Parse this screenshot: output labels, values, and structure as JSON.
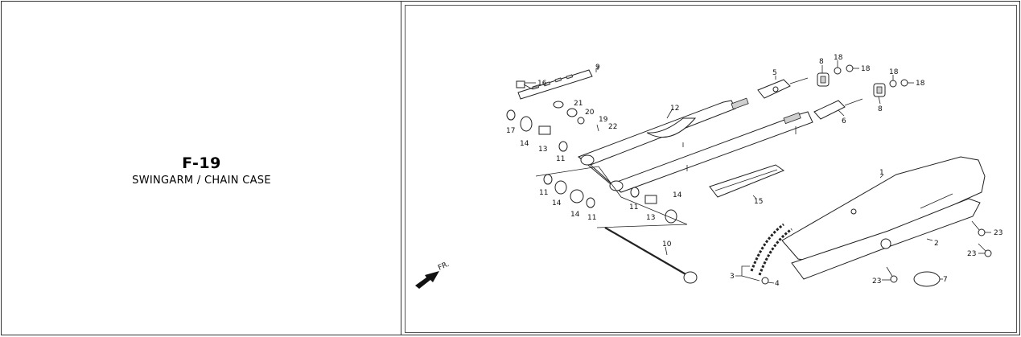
{
  "figure": {
    "code": "F-19",
    "title": "SWINGARM / CHAIN CASE"
  },
  "diagram": {
    "direction_label": "FR.",
    "part_numbers": [
      "1",
      "2",
      "3",
      "4",
      "5",
      "6",
      "7",
      "8",
      "8",
      "9",
      "10",
      "11",
      "11",
      "11",
      "11",
      "12",
      "13",
      "13",
      "14",
      "14",
      "14",
      "14",
      "15",
      "16",
      "17",
      "18",
      "18",
      "18",
      "18",
      "19",
      "20",
      "21",
      "22",
      "23",
      "23",
      "23"
    ]
  }
}
